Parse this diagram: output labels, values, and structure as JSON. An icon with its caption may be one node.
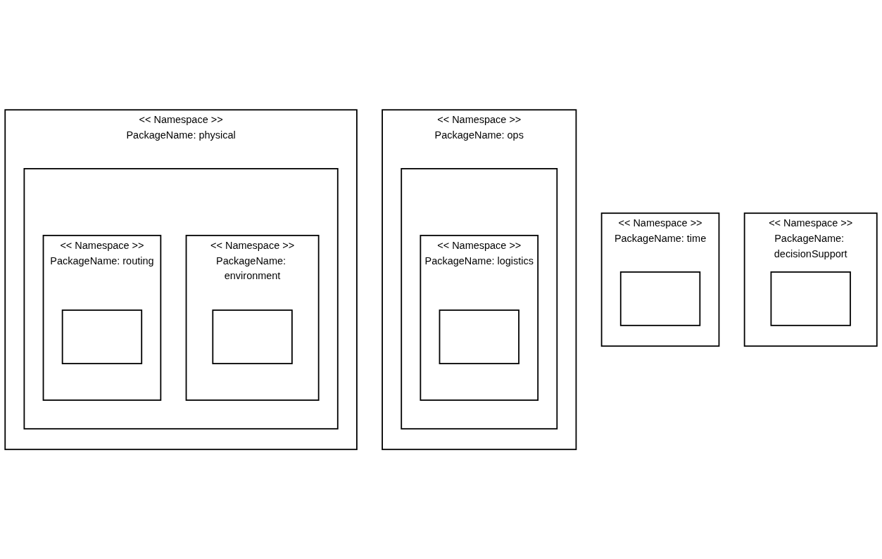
{
  "diagram": {
    "nodes": [
      {
        "text": [
          "<< Namespace >>",
          "PackageName: decisionSupport"
        ]
      },
      {
        "text": [],
        "shape": "box",
        "in": 0
      },
      {
        "text": [
          "<< Namespace >>",
          "PackageName: time"
        ]
      },
      {
        "text": [],
        "shape": "box",
        "in": 2
      },
      {
        "text": [
          "<< Namespace >>",
          "PackageName: ops"
        ]
      },
      {
        "text": [],
        "shape": "box",
        "in": 4
      },
      {
        "text": [
          "<< Namespace >>",
          "PackageName: logistics"
        ],
        "in": 5
      },
      {
        "text": [],
        "shape": "box",
        "in": 6
      },
      {
        "text": [
          "<< Namespace >>",
          "PackageName: physical"
        ]
      },
      {
        "text": [],
        "shape": "box",
        "in": 8
      },
      {
        "text": [
          "<< Namespace >>",
          "PackageName: environment"
        ],
        "in": 9
      },
      {
        "text": [],
        "shape": "box",
        "in": 10
      },
      {
        "text": [
          "<< Namespace >>",
          "PackageName: routing"
        ],
        "in": 9
      },
      {
        "text": [],
        "shape": "box",
        "in": 12
      }
    ]
  }
}
